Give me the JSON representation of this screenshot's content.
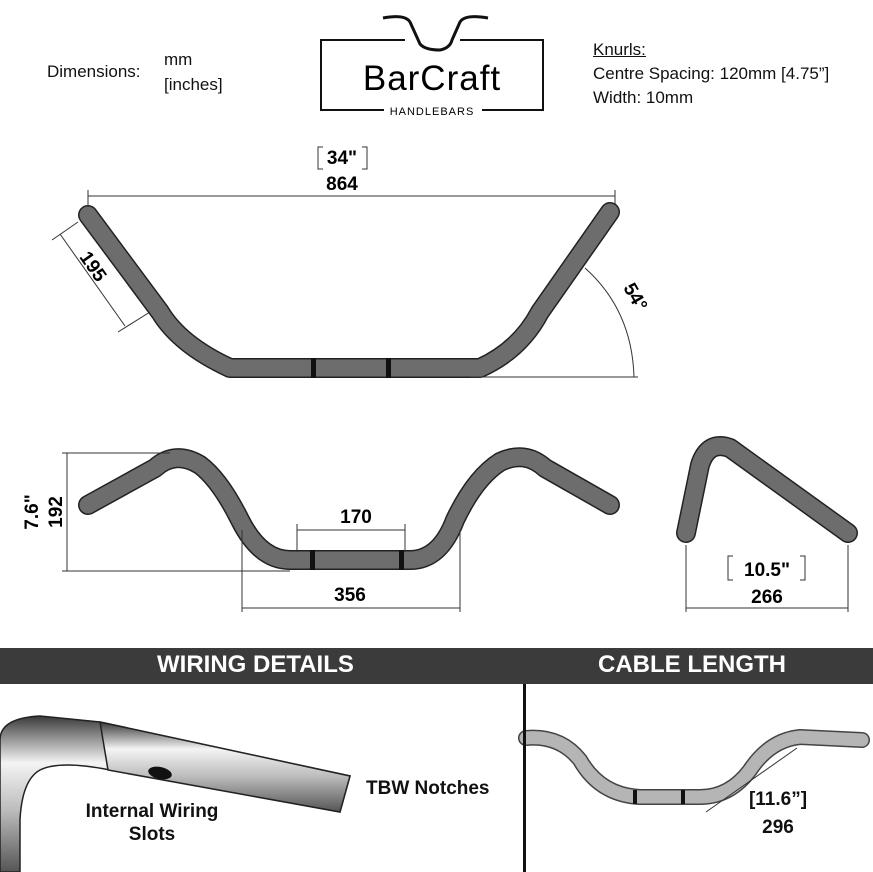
{
  "header": {
    "dimensions_label": "Dimensions:",
    "unit_primary": "mm",
    "unit_secondary": "[inches]",
    "logo": {
      "brand": "BarCraft",
      "tagline": "HANDLEBARS"
    },
    "knurls": {
      "title": "Knurls:",
      "spacing": "Centre Spacing: 120mm [4.75”]",
      "width": "Width: 10mm"
    }
  },
  "front_view": {
    "width_in": "34\"",
    "width_mm": "864",
    "riser_mm": "195",
    "angle": "54°"
  },
  "side_view": {
    "height_in": "7.6\"",
    "height_mm": "192",
    "centre_mm": "170",
    "base_mm": "356"
  },
  "profile_view": {
    "pullback_in": "10.5\"",
    "pullback_mm": "266"
  },
  "sections": {
    "wiring": {
      "title": "WIRING DETAILS",
      "tbw": "TBW Notches",
      "slots_line1": "Internal Wiring",
      "slots_line2": "Slots"
    },
    "cable": {
      "title": "CABLE LENGTH",
      "length_in": "[11.6”]",
      "length_mm": "296"
    }
  },
  "colors": {
    "tube": "#6d6d6d",
    "band": "#3b3b3b",
    "cable_tube": "#b5b5b5"
  }
}
